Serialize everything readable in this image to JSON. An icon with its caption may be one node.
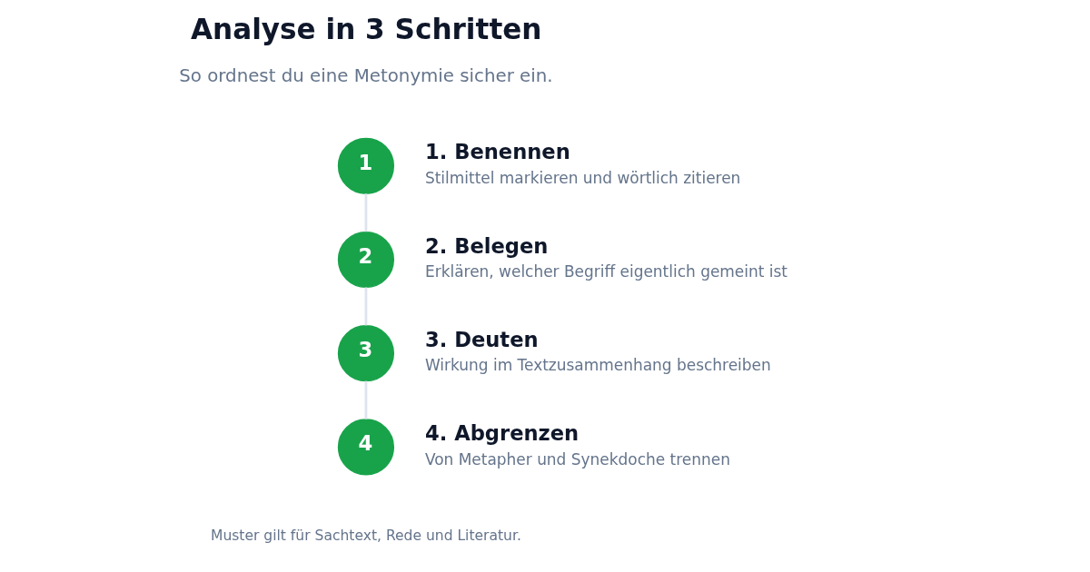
{
  "diagram": {
    "title": "Analyse in 3 Schritten",
    "caption": "Muster gilt für Sachtext, Rede und Literatur.",
    "nodes": [
      {
        "text": [
          "1"
        ],
        "beside": [
          "1. Benennen",
          "Stilmittel markieren und wörtlich zitieren"
        ]
      },
      {
        "text": [
          "2"
        ],
        "beside": [
          "2. Belegen",
          "Erklären, welcher Begriff eigentlich gemeint ist"
        ]
      },
      {
        "text": [
          "3"
        ],
        "beside": [
          "3. Deuten",
          "Wirkung im Textzusammenhang beschreiben"
        ]
      },
      {
        "text": [
          "4"
        ],
        "beside": [
          "4. Abgrenzen",
          "Von Metapher und Synekdoche trennen"
        ]
      }
    ],
    "edges": [
      {
        "from": 0,
        "to": 1,
        "arrow": "none"
      },
      {
        "from": 1,
        "to": 2,
        "arrow": "none"
      },
      {
        "from": 2,
        "to": 3,
        "arrow": "none"
      }
    ],
    "labels": [
      "So ordnest du eine Metonymie sicher ein."
    ]
  }
}
